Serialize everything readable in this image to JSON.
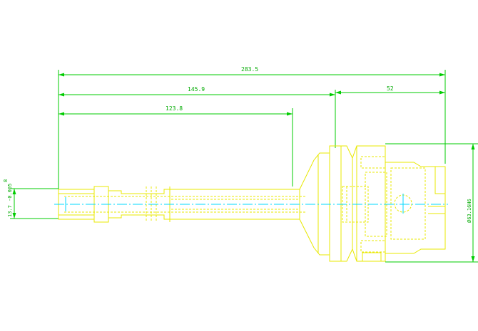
{
  "drawing": {
    "colors": {
      "background": "#ffffff",
      "dimension": "#00cc00",
      "outline": "#e8e800",
      "centerline": "#00d8ff",
      "dimension_text": "#00aa00"
    },
    "dimensions": {
      "overall_length": "283.5",
      "body_length": "145.9",
      "shank_length": "123.8",
      "flange_length": "52",
      "left_dia_top": "8",
      "left_dia_tol": "-0.005",
      "left_dia_bottom": "13.7",
      "right_dia": "Ø63.16H6"
    }
  }
}
